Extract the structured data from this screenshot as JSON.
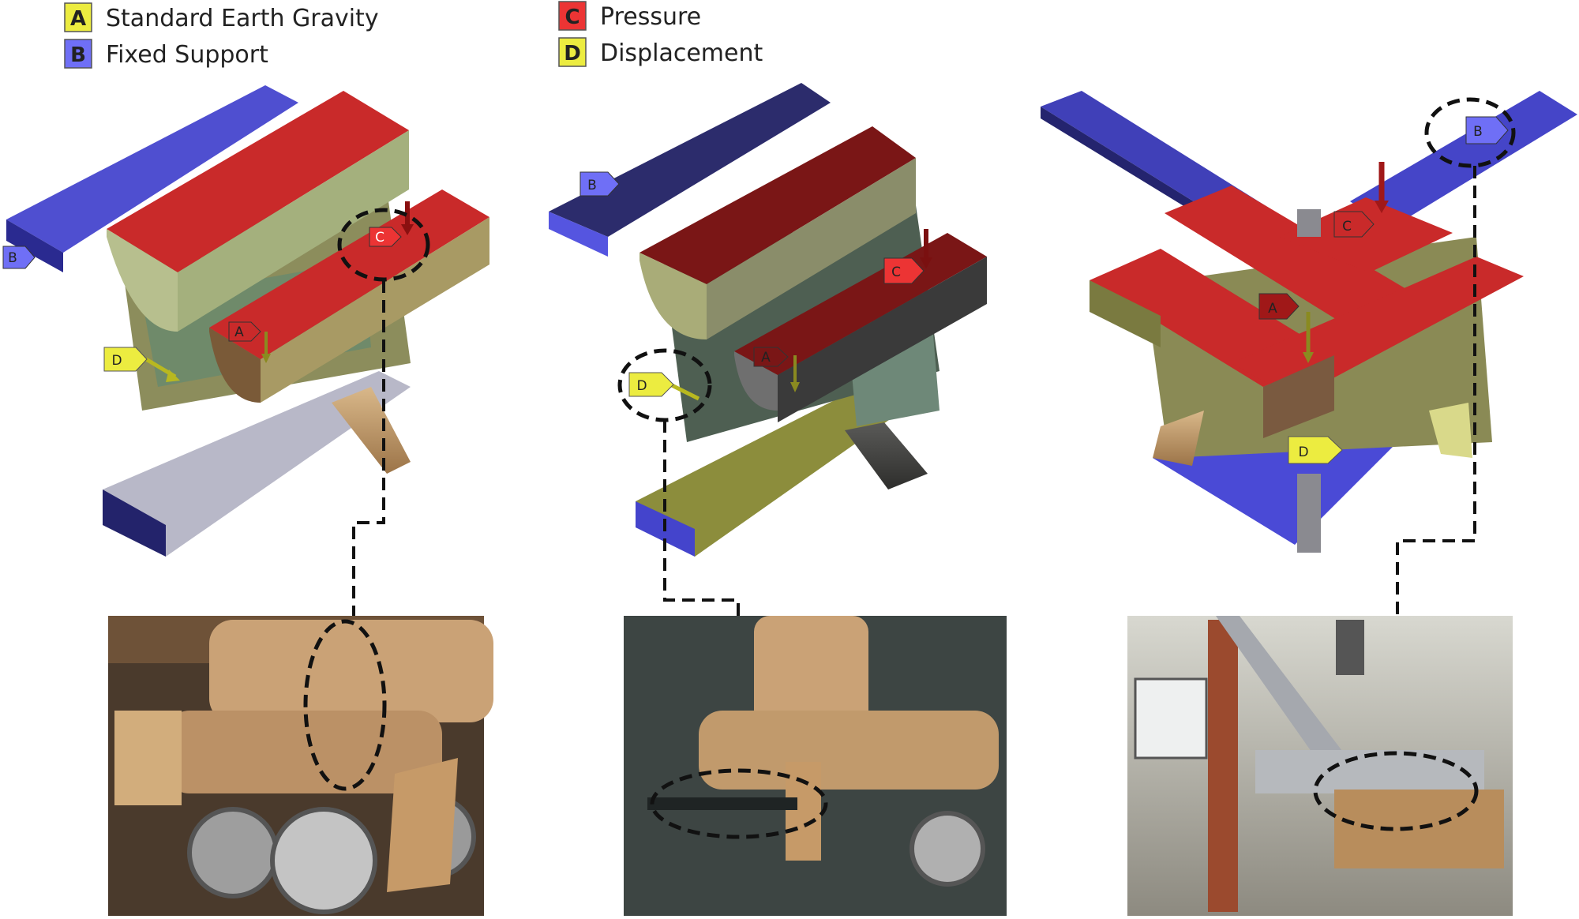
{
  "legend": [
    {
      "letter": "A",
      "label": "Standard Earth Gravity",
      "color": "#ecec40"
    },
    {
      "letter": "B",
      "label": "Fixed Support",
      "color": "#6f6ff6"
    },
    {
      "letter": "C",
      "label": "Pressure",
      "color": "#ec3434"
    },
    {
      "letter": "D",
      "label": "Displacement",
      "color": "#ecec40"
    }
  ],
  "tags": {
    "a": "A",
    "b": "B",
    "c": "C",
    "d": "D"
  },
  "colors": {
    "red_top": "#c92a2a",
    "blue_support": "#4f4fd0",
    "olive": "#8a8c55",
    "sage": "#a7b68a",
    "wood": "#b58a5a"
  }
}
